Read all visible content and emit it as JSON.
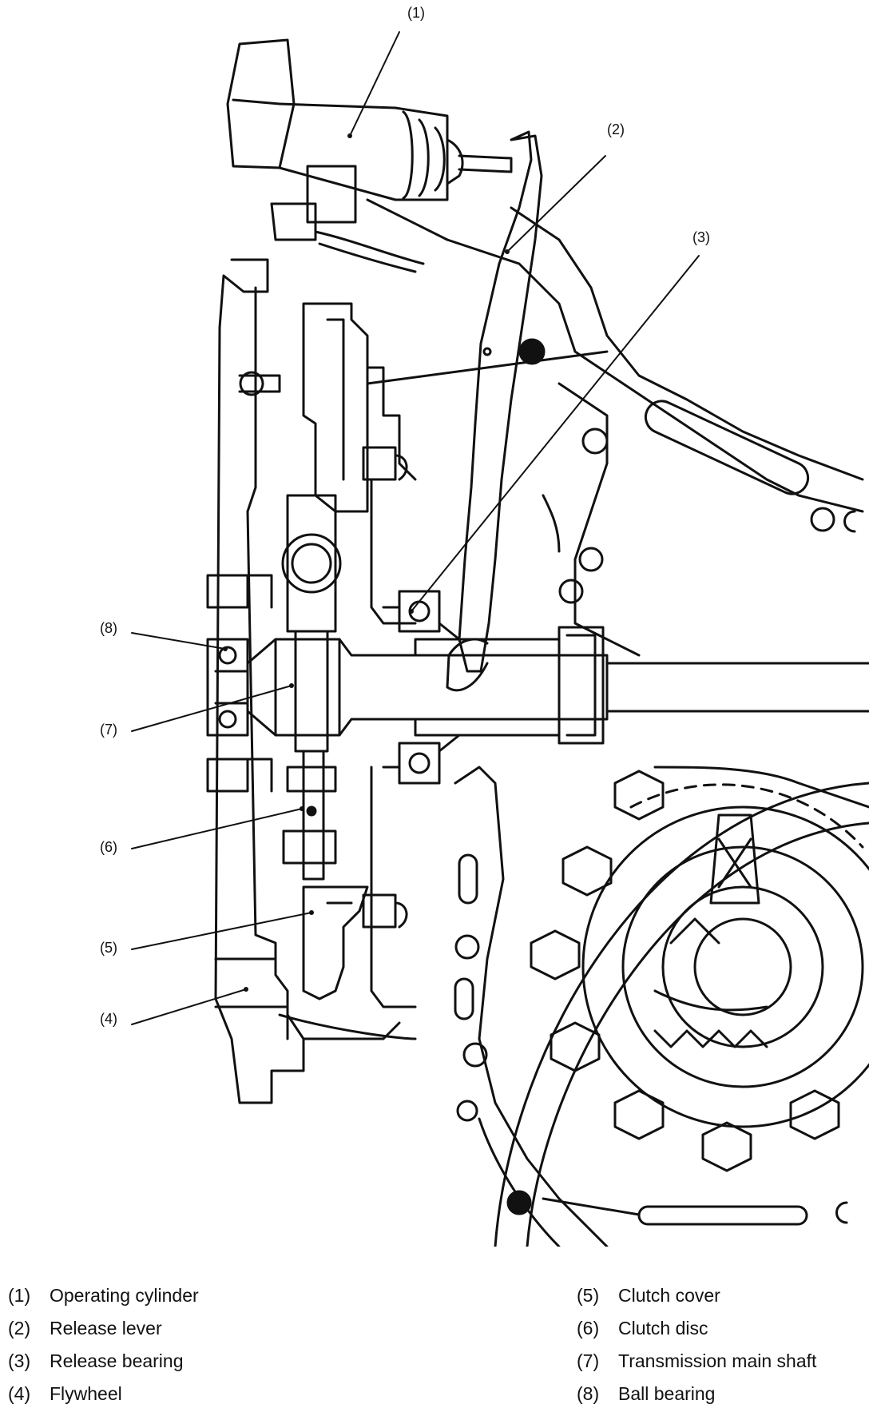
{
  "callouts": [
    {
      "id": "1",
      "label": "(1)"
    },
    {
      "id": "2",
      "label": "(2)"
    },
    {
      "id": "3",
      "label": "(3)"
    },
    {
      "id": "4",
      "label": "(4)"
    },
    {
      "id": "5",
      "label": "(5)"
    },
    {
      "id": "6",
      "label": "(6)"
    },
    {
      "id": "7",
      "label": "(7)"
    },
    {
      "id": "8",
      "label": "(8)"
    }
  ],
  "legend": {
    "left": [
      {
        "num": "(1)",
        "text": "Operating cylinder"
      },
      {
        "num": "(2)",
        "text": "Release lever"
      },
      {
        "num": "(3)",
        "text": "Release bearing"
      },
      {
        "num": "(4)",
        "text": "Flywheel"
      }
    ],
    "right": [
      {
        "num": "(5)",
        "text": "Clutch cover"
      },
      {
        "num": "(6)",
        "text": "Clutch disc"
      },
      {
        "num": "(7)",
        "text": "Transmission main shaft"
      },
      {
        "num": "(8)",
        "text": "Ball bearing"
      }
    ]
  }
}
